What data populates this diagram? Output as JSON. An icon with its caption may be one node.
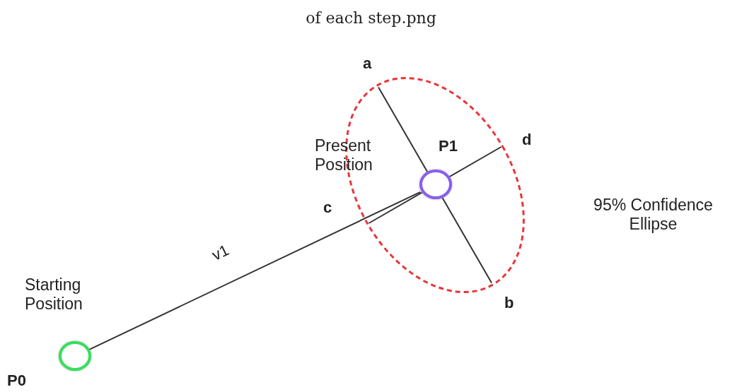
{
  "diagram": {
    "title": "of each step.png",
    "nodes": [
      {
        "text": [],
        "shape": "ellipse"
      },
      {
        "text": [],
        "shape": "circle",
        "in": 0,
        "beside": [
          "P1",
          "Present Position"
        ]
      },
      {
        "text": [],
        "shape": "circle",
        "beside": [
          "Starting Position",
          "P0"
        ]
      }
    ],
    "edges": [
      {
        "from": 2,
        "to": 1,
        "arrow": "none",
        "label": "v1"
      }
    ],
    "labels": [
      "a",
      "d",
      "c",
      "b",
      "95% Confidence Ellipse"
    ]
  }
}
